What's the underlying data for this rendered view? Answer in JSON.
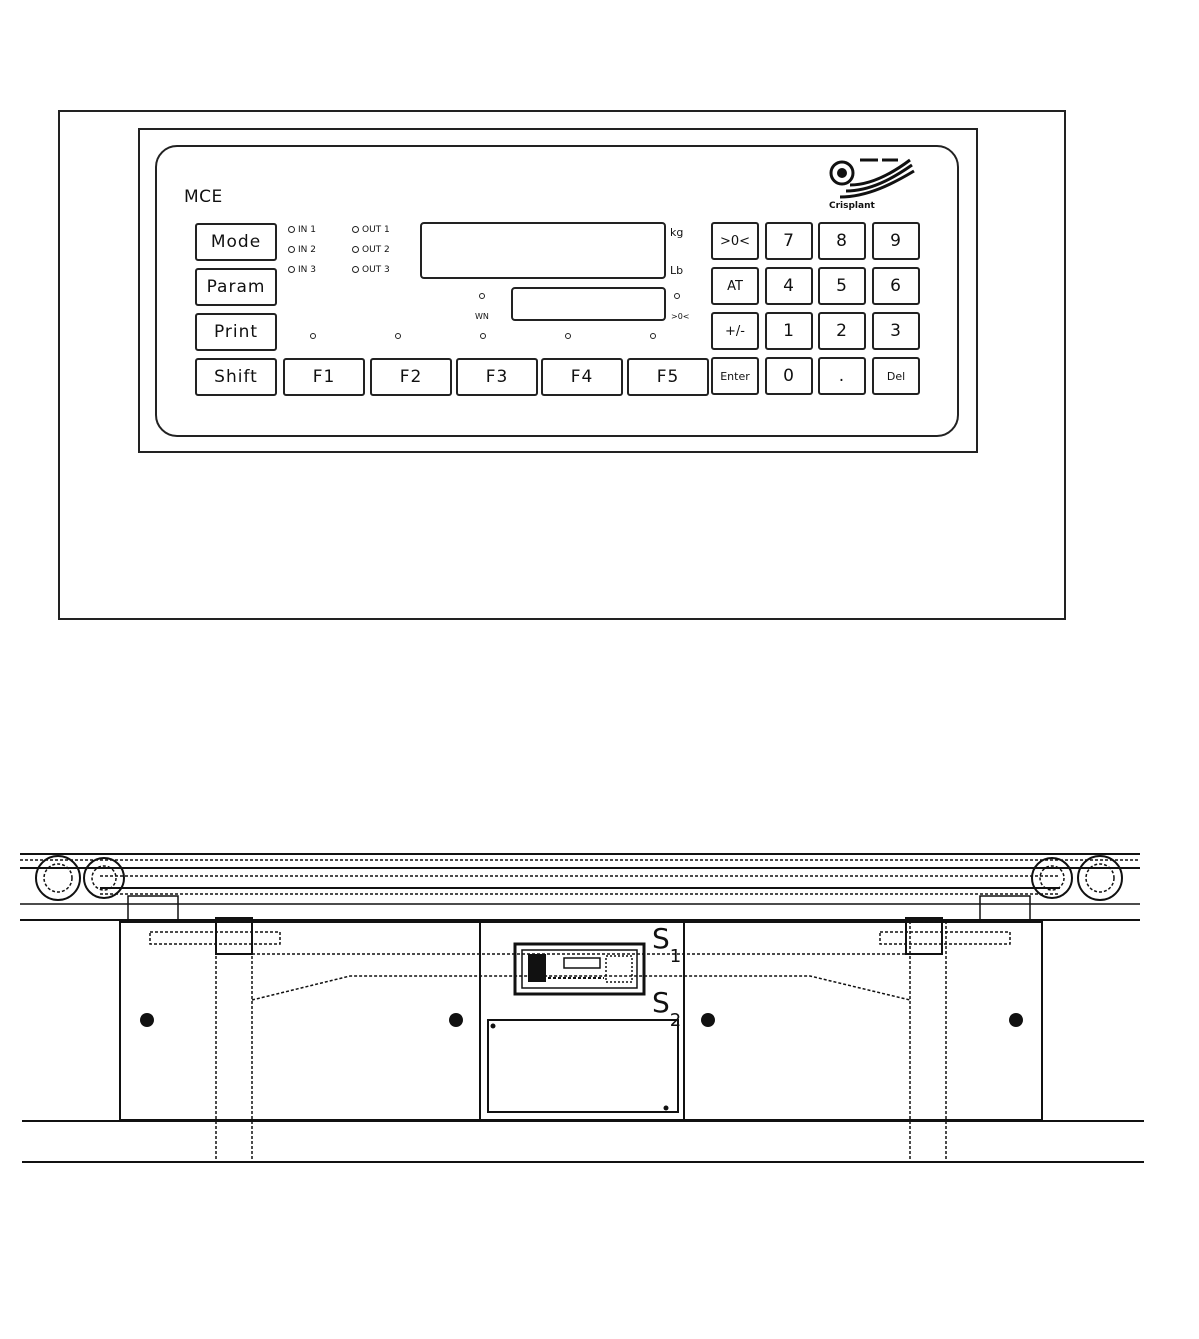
{
  "panel": {
    "model": "MCE",
    "brand": "Crisplant",
    "display_units": {
      "top_unit": "kg",
      "bottom_unit": "Lb",
      "wn": "WN",
      "zero": ">0<"
    },
    "inputs": [
      "IN 1",
      "IN 2",
      "IN 3"
    ],
    "outputs": [
      "OUT 1",
      "OUT 2",
      "OUT 3"
    ],
    "left_keys": [
      "Mode",
      "Param",
      "Print",
      "Shift"
    ],
    "function_keys": [
      "F1",
      "F2",
      "F3",
      "F4",
      "F5"
    ],
    "keypad": {
      "row1": [
        ">0<",
        "7",
        "8",
        "9"
      ],
      "row2": [
        "AT",
        "4",
        "5",
        "6"
      ],
      "row3": [
        "+/-",
        "1",
        "2",
        "3"
      ],
      "row4": [
        "Enter",
        "0",
        ".",
        "Del"
      ]
    }
  },
  "side_view": {
    "sensor_1": "S",
    "sensor_1_index": "1",
    "sensor_2": "S",
    "sensor_2_index": "2"
  }
}
